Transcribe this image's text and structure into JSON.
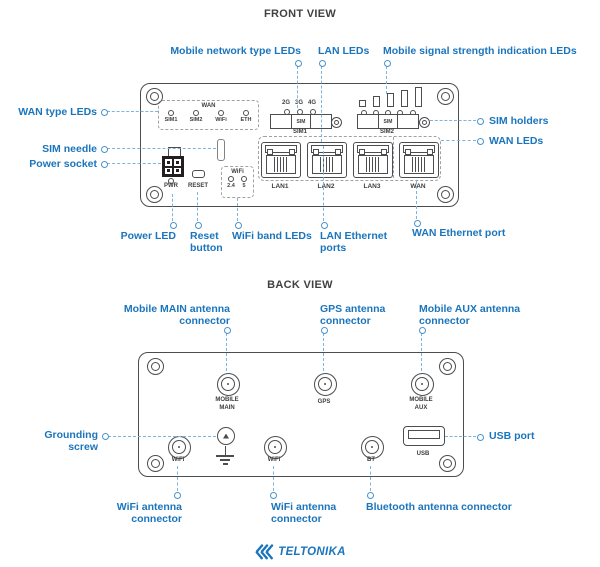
{
  "front": {
    "title": "FRONT VIEW",
    "callouts": {
      "mobile_network_type_leds": "Mobile network type LEDs",
      "lan_leds": "LAN LEDs",
      "signal_strength_leds": "Mobile signal strength indication LEDs",
      "wan_type_leds": "WAN type LEDs",
      "sim_needle": "SIM needle",
      "power_socket": "Power socket",
      "sim_holders": "SIM holders",
      "wan_leds": "WAN LEDs",
      "power_led": "Power LED",
      "reset_button": "Reset button",
      "wifi_band_leds": "WiFi band LEDs",
      "lan_ethernet_ports": "LAN Ethernet ports",
      "wan_ethernet_port": "WAN Ethernet port"
    },
    "device": {
      "wan_led_group": {
        "title": "WAN",
        "leds": [
          "SIM1",
          "SIM2",
          "WiFi",
          "ETH"
        ]
      },
      "mobile_type_leds": [
        "2G",
        "3G",
        "4G"
      ],
      "sim1": {
        "slot_label": "SIM",
        "name": "SIM1"
      },
      "sim2": {
        "slot_label": "SIM",
        "name": "SIM2"
      },
      "ports": [
        "LAN1",
        "LAN2",
        "LAN3",
        "WAN"
      ],
      "pwr_label": "PWR",
      "reset_label": "RESET",
      "wifi_group": {
        "title": "WiFi",
        "bands": [
          "2.4",
          "5"
        ]
      }
    }
  },
  "back": {
    "title": "BACK VIEW",
    "callouts": {
      "mobile_main": "Mobile MAIN antenna connector",
      "gps": "GPS antenna connector",
      "mobile_aux": "Mobile AUX antenna connector",
      "grounding_screw": "Grounding screw",
      "usb_port": "USB port",
      "wifi_antenna_1": "WiFi antenna connector",
      "wifi_antenna_2": "WiFi antenna connector",
      "bluetooth_antenna": "Bluetooth antenna connector"
    },
    "device": {
      "mobile_main_label": "MOBILE MAIN",
      "gps_label": "GPS",
      "mobile_aux_label": "MOBILE AUX",
      "wifi1_label": "WiFi",
      "wifi2_label": "WiFi",
      "bt_label": "BT",
      "usb_label": "USB"
    }
  },
  "logo": {
    "brand": "TELTONIKA"
  },
  "colors": {
    "label_blue": "#1b75bc",
    "leader_line_blue": "#7db3de",
    "outline_gray": "#4d4d4f"
  }
}
